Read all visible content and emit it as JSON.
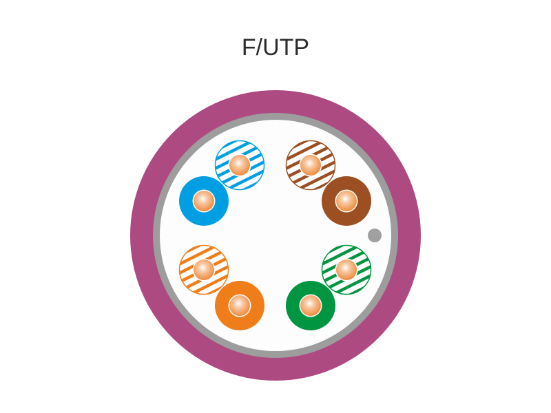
{
  "title": "F/UTP",
  "colors": {
    "jacket": "#ad4a82",
    "foil": "#9d9d9d",
    "core": "#fdfdfd",
    "drain_wire": "#a0a0a0",
    "conductor": "#ee8a3c"
  },
  "pairs": [
    {
      "name": "blue",
      "color": "#009fe3"
    },
    {
      "name": "brown",
      "color": "#9c4f23"
    },
    {
      "name": "orange",
      "color": "#ef7d1a"
    },
    {
      "name": "green",
      "color": "#009540"
    }
  ]
}
